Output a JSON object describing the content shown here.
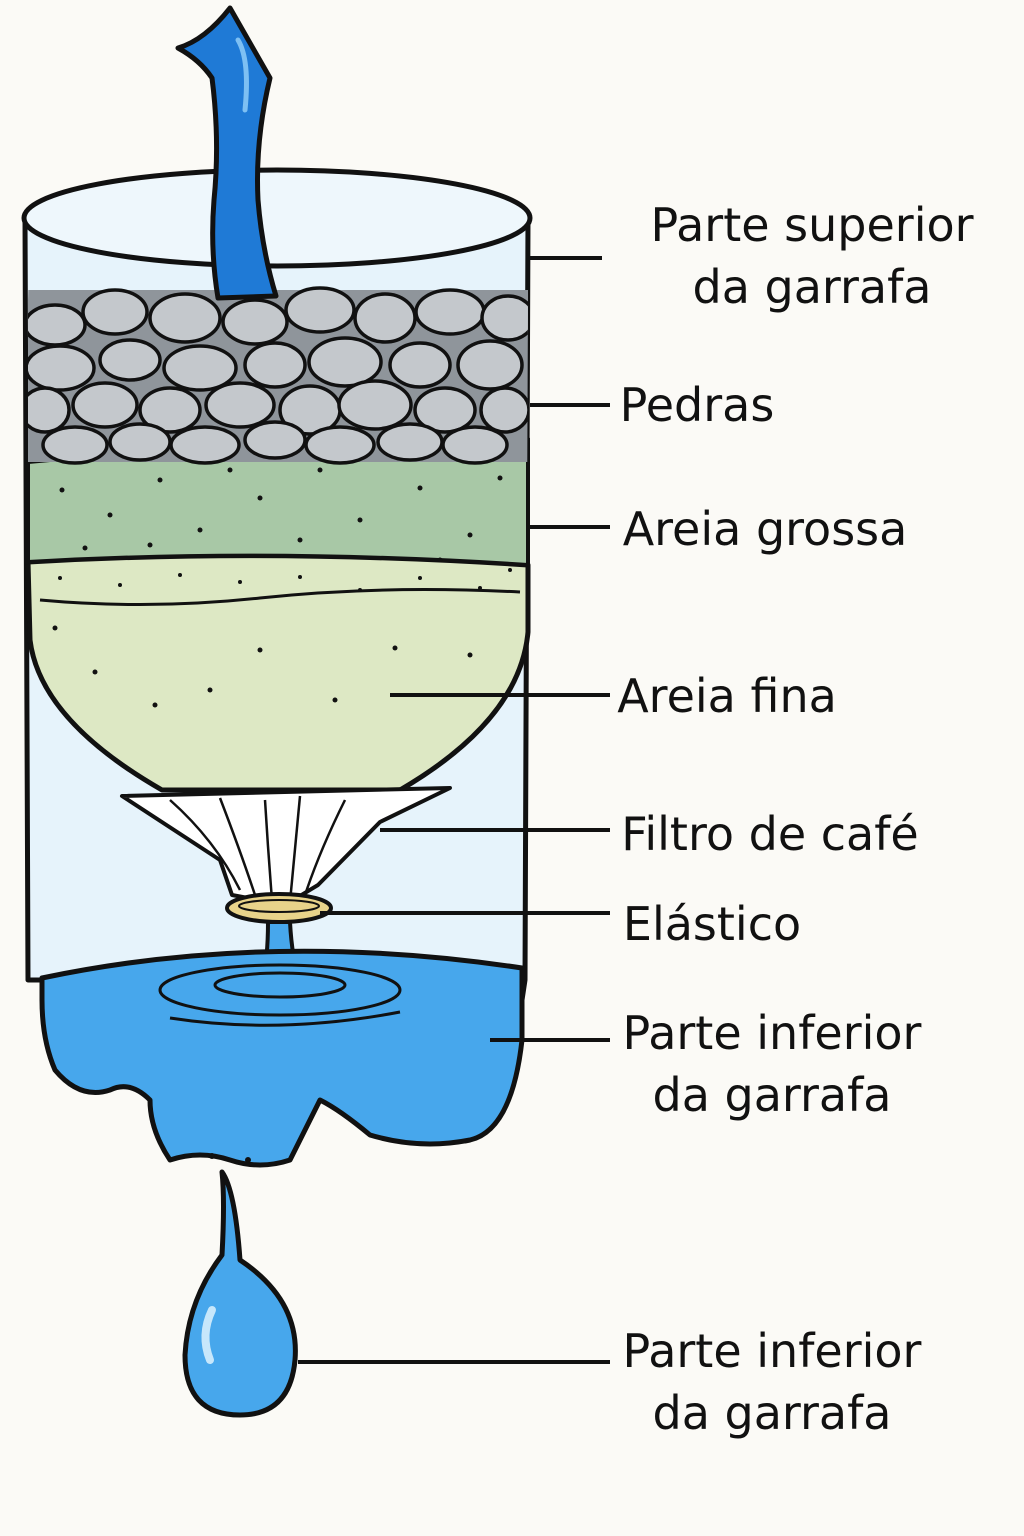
{
  "colors": {
    "background": "#fbfaf6",
    "bottle_glass": "#e6f3fb",
    "stones": "#c4c8cc",
    "coarse_sand": "#a8c8a6",
    "fine_sand": "#dde8c4",
    "water": "#47a7ec",
    "tube": "#1f7ad6",
    "rubber_band": "#e8d38a",
    "outline": "#111111"
  },
  "labels": [
    {
      "id": "parte-superior",
      "lines": [
        "Parte superior",
        "da garrafa"
      ]
    },
    {
      "id": "pedras",
      "lines": [
        "Pedras"
      ]
    },
    {
      "id": "areia-grossa",
      "lines": [
        "Areia grossa"
      ]
    },
    {
      "id": "areia-fina",
      "lines": [
        "Areia fina"
      ]
    },
    {
      "id": "filtro-de-cafe",
      "lines": [
        "Filtro de café"
      ]
    },
    {
      "id": "elastico",
      "lines": [
        "Elástico"
      ]
    },
    {
      "id": "parte-inferior-1",
      "lines": [
        "Parte inferior",
        "da garrafa"
      ]
    },
    {
      "id": "parte-inferior-2",
      "lines": [
        "Parte inferior",
        "da garrafa"
      ]
    }
  ]
}
